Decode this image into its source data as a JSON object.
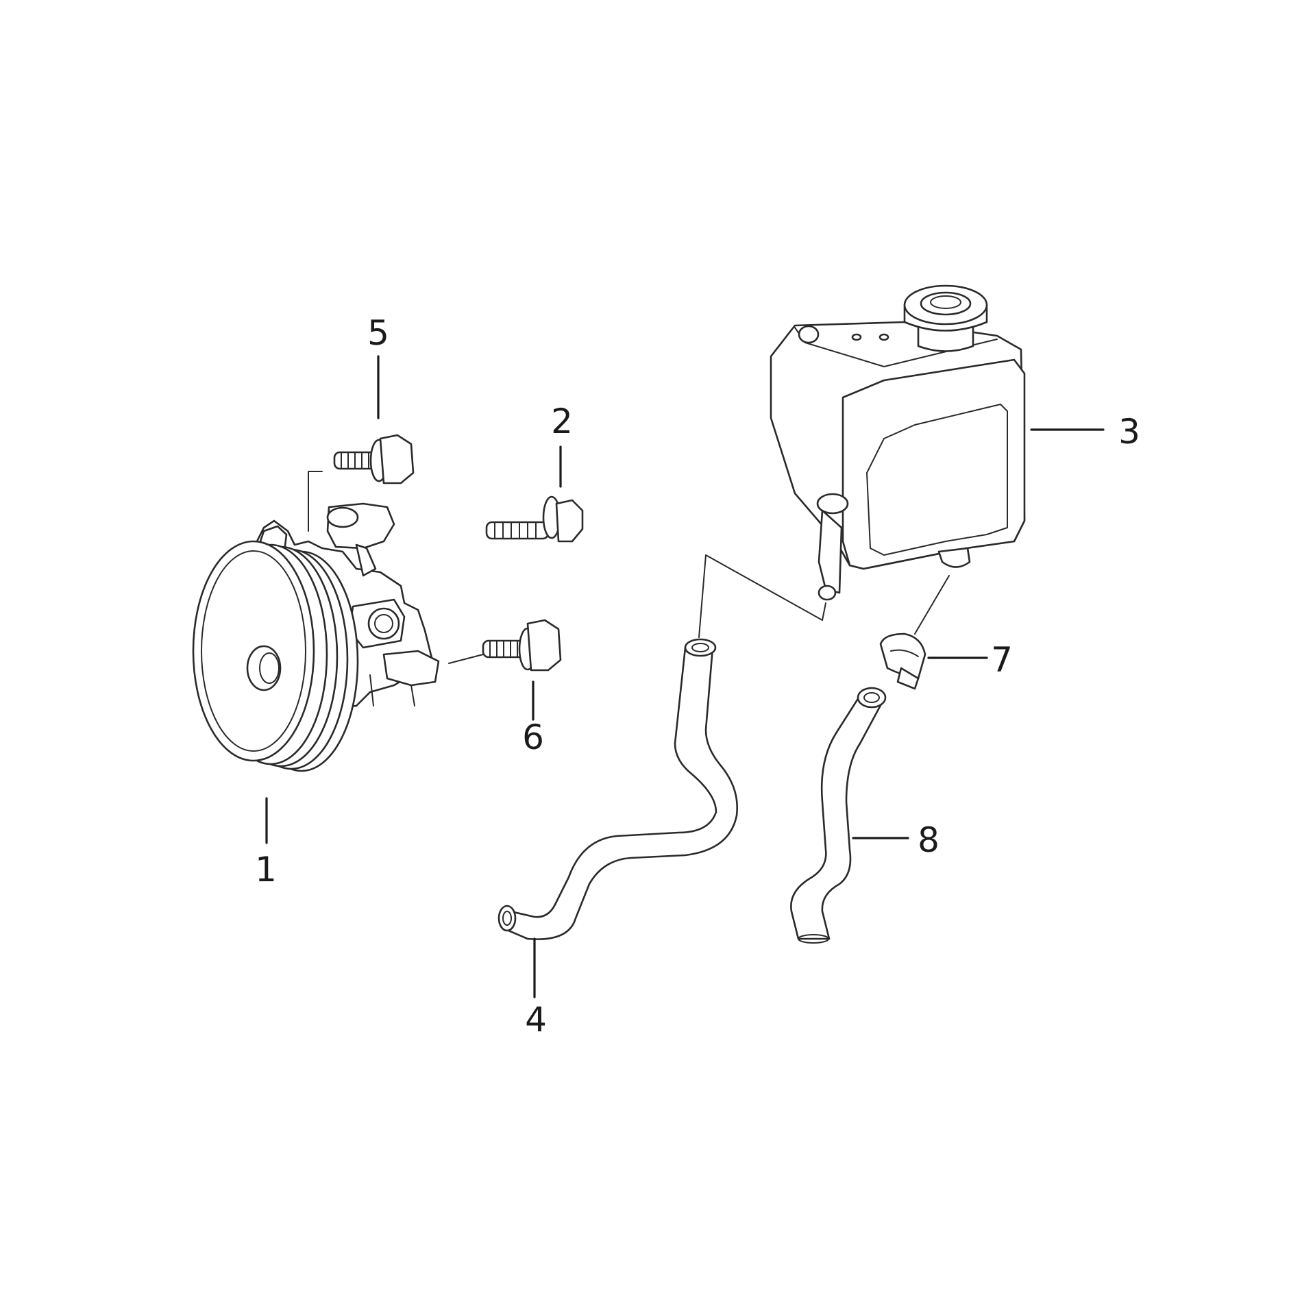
{
  "diagram": {
    "colors": {
      "line": "#2a2a2a",
      "background": "#ffffff"
    },
    "callouts": [
      {
        "id": "1",
        "label": "1",
        "part": "power-steering-pump"
      },
      {
        "id": "2",
        "label": "2",
        "part": "stud-bolt"
      },
      {
        "id": "3",
        "label": "3",
        "part": "fluid-reservoir"
      },
      {
        "id": "4",
        "label": "4",
        "part": "supply-hose"
      },
      {
        "id": "5",
        "label": "5",
        "part": "upper-bolt"
      },
      {
        "id": "6",
        "label": "6",
        "part": "lower-bolt"
      },
      {
        "id": "7",
        "label": "7",
        "part": "hose-clamp"
      },
      {
        "id": "8",
        "label": "8",
        "part": "return-hose"
      }
    ]
  }
}
